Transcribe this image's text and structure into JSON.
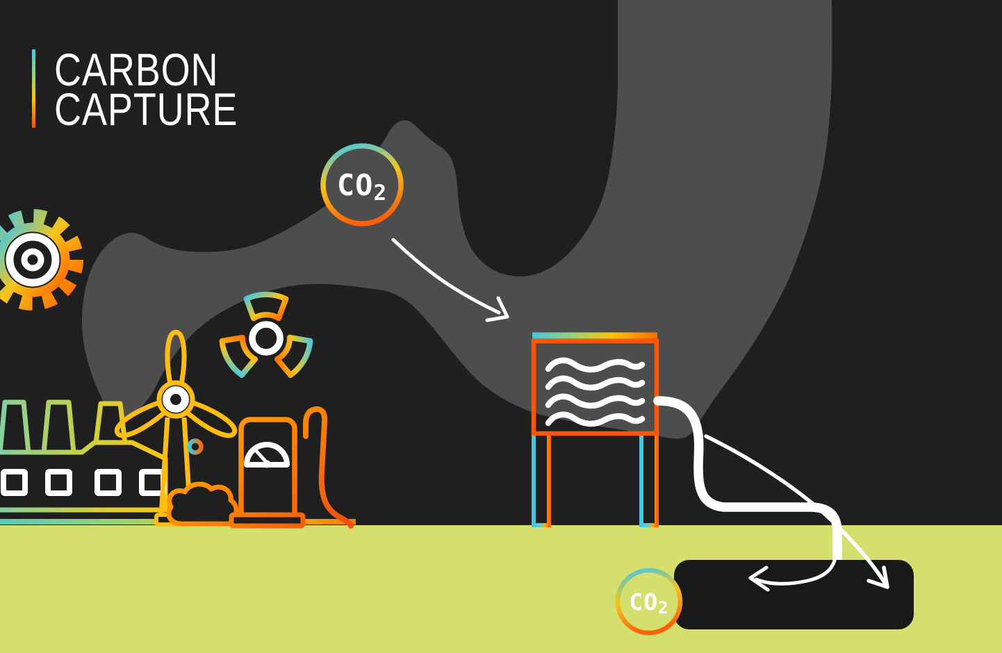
{
  "header": {
    "title_line1": "CARBON",
    "title_line2": "CAPTURE"
  },
  "labels": {
    "co2_top": {
      "main": "CO",
      "sub": "2"
    },
    "co2_bottom": {
      "main": "CO",
      "sub": "2"
    }
  },
  "colors": {
    "background": "#201f1f",
    "smoke": "#4e4d4d",
    "ground": "#d5df6e",
    "storage": "#1a1919",
    "white": "#ffffff",
    "accent_teal": "#46c8e2",
    "accent_green": "#9ed36e",
    "accent_yellow": "#f5c51c",
    "accent_orange": "#ff6a00",
    "accent_red_orange": "#f2500f",
    "box_orange": "#ff5505",
    "factory_green": "#7ed0a6"
  },
  "icons": {
    "gear": "gear-icon",
    "radiation": "radiation-icon",
    "factory": "factory-icon",
    "wind_turbine": "wind-turbine-icon",
    "fuel_pump": "fuel-pump-icon",
    "bush": "bush-icon",
    "co2_badge": "co2-badge-icon",
    "capture_unit": "capture-unit-icon",
    "pipe": "pipe-icon",
    "storage_box": "storage-box",
    "arrow": "flow-arrow-icon"
  }
}
